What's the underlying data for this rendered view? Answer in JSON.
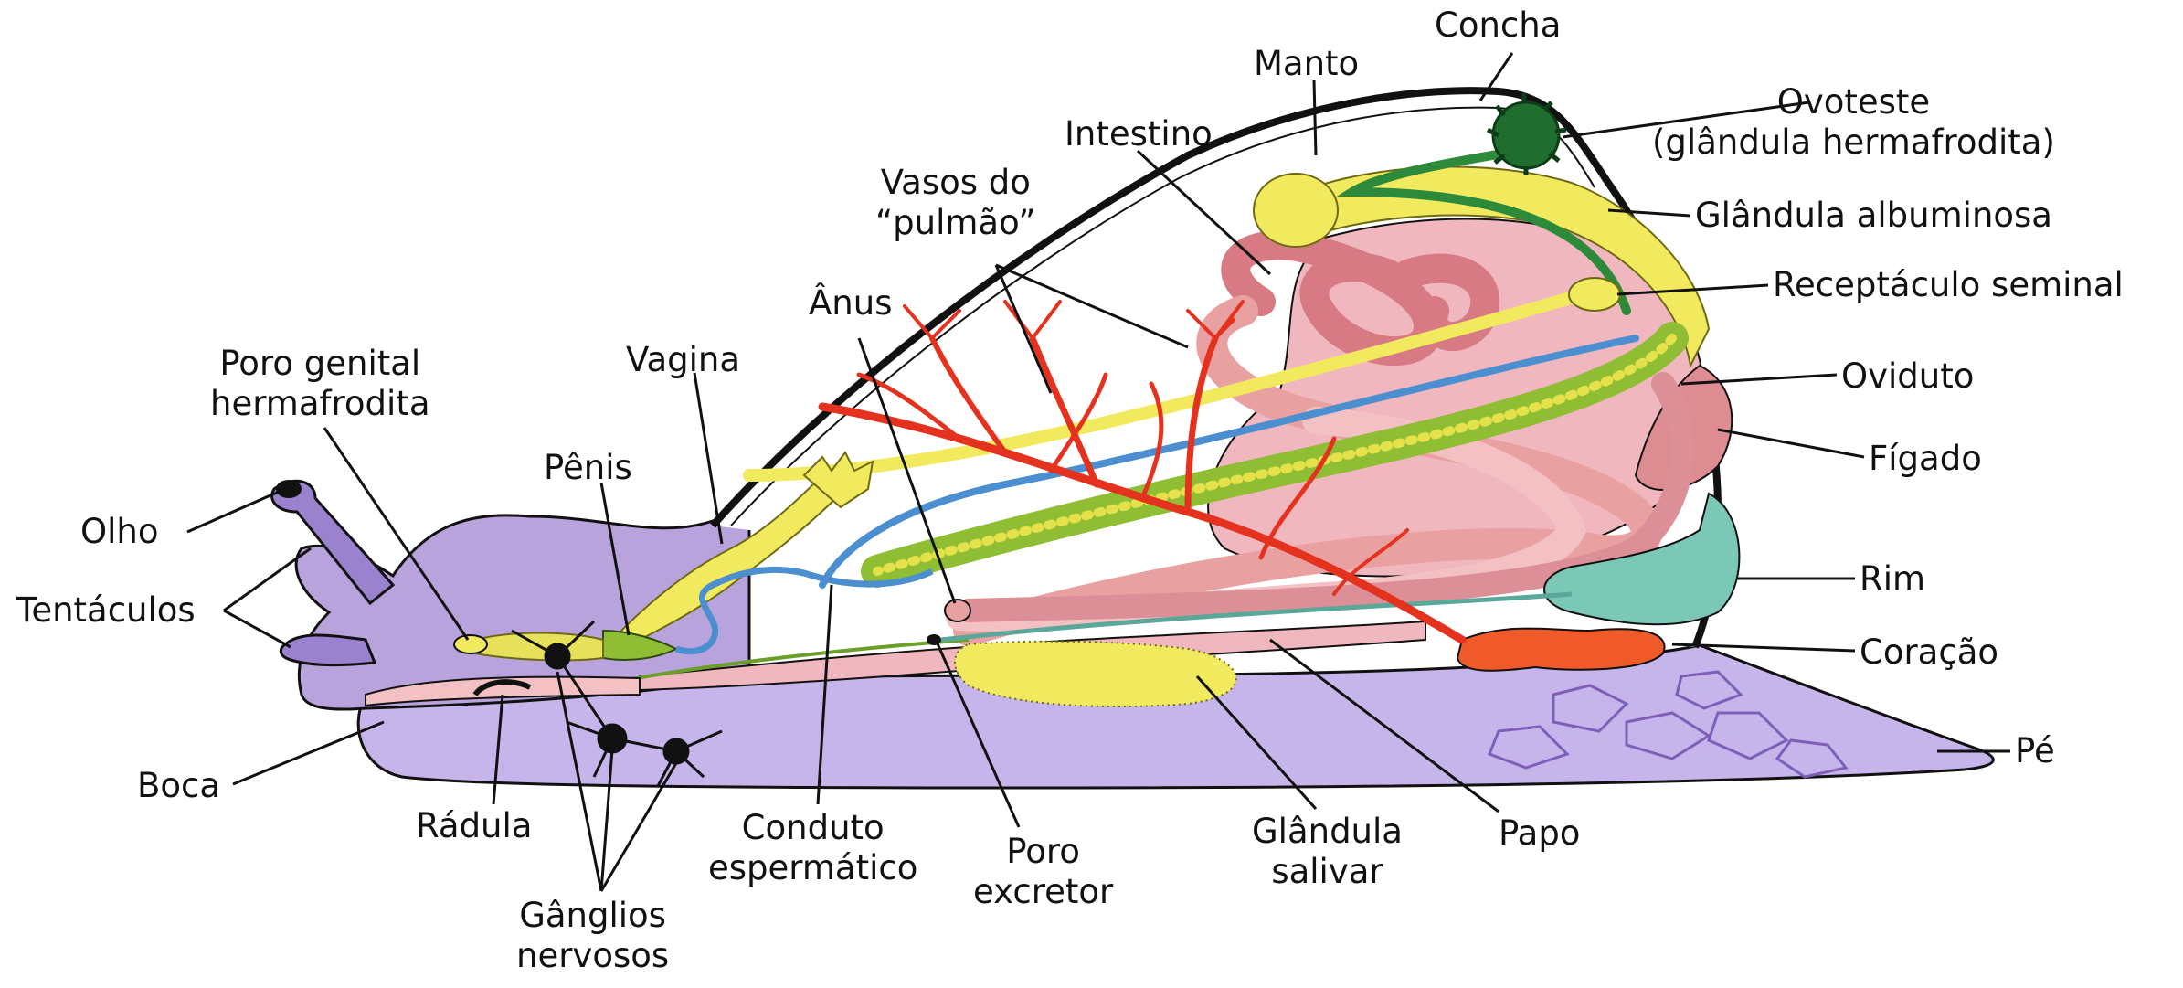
{
  "colors": {
    "background": "#ffffff",
    "outline": "#111111",
    "body_purple": "#b9a3dc",
    "body_purple_dark": "#7d5fb8",
    "gland_yellow": "#f2ea5e",
    "intestine_pink": "#e9a0a0",
    "liver_pink": "#dd8c92",
    "lung_vessels_red": "#e4321f",
    "albumen_green": "#8fbd33",
    "ovotestis_green": "#1f6e2f",
    "kidney_teal": "#7cc8b6",
    "heart_orange": "#f05a28",
    "blue_duct": "#4c8fd0",
    "foot_lilac": "#c5b5ea"
  },
  "labels": {
    "concha": "Concha",
    "manto": "Manto",
    "ovoteste_1": "Ovoteste",
    "ovoteste_2": "(glândula hermafrodita)",
    "intestino": "Intestino",
    "vasos_1": "Vasos do",
    "vasos_2": "“pulmão”",
    "glandula_albuminosa": "Glândula albuminosa",
    "receptaculo": "Receptáculo seminal",
    "anus": "Ânus",
    "poro_genital_1": "Poro genital",
    "poro_genital_2": "hermafrodita",
    "vagina": "Vagina",
    "oviduto": "Oviduto",
    "figado": "Fígado",
    "penis": "Pênis",
    "olho": "Olho",
    "tentaculos": "Tentáculos",
    "rim": "Rim",
    "coracao": "Coração",
    "pe": "Pé",
    "boca": "Boca",
    "radula": "Rádula",
    "conduto_1": "Conduto",
    "conduto_2": "espermático",
    "poro_excretor_1": "Poro",
    "poro_excretor_2": "excretor",
    "glandula_salivar_1": "Glândula",
    "glandula_salivar_2": "salivar",
    "papo": "Papo",
    "ganglios_1": "Gânglios",
    "ganglios_2": "nervosos"
  }
}
